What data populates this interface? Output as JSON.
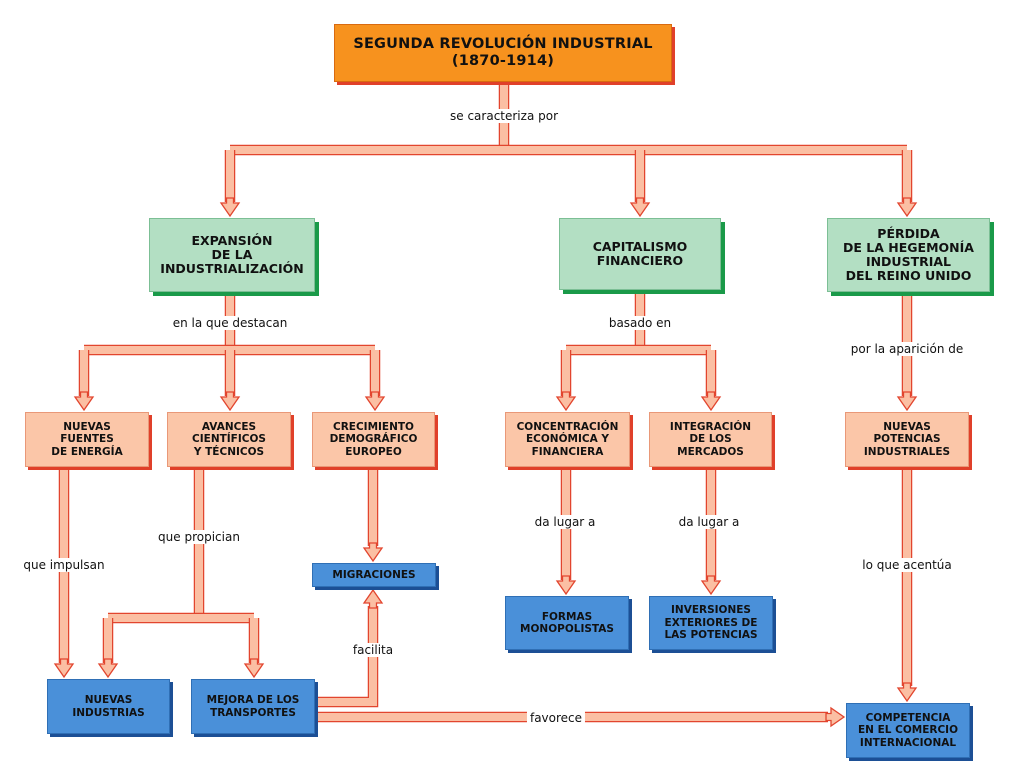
{
  "title": {
    "line1": "SEGUNDA REVOLUCIÓN INDUSTRIAL",
    "line2": "(1870-1914)"
  },
  "main_nodes": {
    "expansion": "EXPANSIÓN\nDE LA\nINDUSTRIALIZACIÓN",
    "capitalismo": "CAPITALISMO\nFINANCIERO",
    "perdida": "PÉRDIDA\nDE LA HEGEMONÍA\nINDUSTRIAL\nDEL REINO UNIDO"
  },
  "sub_nodes": {
    "fuentes": "NUEVAS\nFUENTES\nDE ENERGÍA",
    "avances": "AVANCES\nCIENTÍFICOS\nY TÉCNICOS",
    "crecimiento": "CRECIMIENTO\nDEMOGRÁFICO\nEUROPEO",
    "concentracion": "CONCENTRACIÓN\nECONÓMICA Y\nFINANCIERA",
    "integracion": "INTEGRACIÓN\nDE LOS\nMERCADOS",
    "potencias": "NUEVAS\nPOTENCIAS\nINDUSTRIALES"
  },
  "result_nodes": {
    "migraciones": "MIGRACIONES",
    "formas": "FORMAS\nMONOPOLISTAS",
    "inversiones": "INVERSIONES\nEXTERIORES DE\nLAS POTENCIAS",
    "industrias": "NUEVAS\nINDUSTRIAS",
    "transportes": "MEJORA DE LOS\nTRANSPORTES",
    "competencia": "COMPETENCIA\nEN EL COMERCIO\nINTERNACIONAL"
  },
  "links": {
    "se_caracteriza": "se caracteriza por",
    "en_la_que": "en la que destacan",
    "basado_en": "basado en",
    "por_la_aparicion": "por la aparición de",
    "que_impulsan": "que impulsan",
    "que_propician": "que propician",
    "da_lugar_1": "da lugar a",
    "da_lugar_2": "da lugar a",
    "lo_que_acentua": "lo que acentúa",
    "facilita": "facilita",
    "favorece": "favorece"
  },
  "colors": {
    "connector_fill": "#fbbfa3",
    "connector_stroke": "#e2452e",
    "title_fill": "#f7921e",
    "main_fill": "#b3dfc3",
    "main_shadow": "#1a9a49",
    "sub_fill": "#fbc6a8",
    "result_fill": "#4a90d9",
    "result_shadow": "#1c4f95"
  }
}
